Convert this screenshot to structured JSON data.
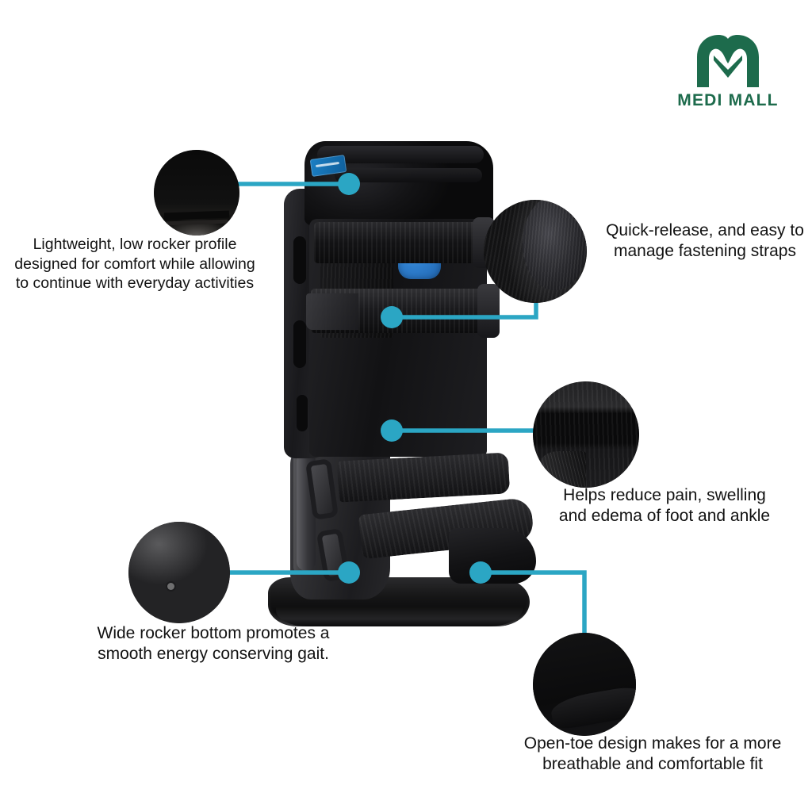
{
  "brand": {
    "name": "MEDI MALL",
    "logo_icon": "heart-m-logo-icon",
    "color": "#1d6b4c"
  },
  "product": {
    "name": "orthopedic-walker-boot",
    "alt": "Tall black pneumatic walker boot with velcro straps, blue foam pad and open toe",
    "accent_blue": "#2f7fce",
    "shell_color": "#1a1a1c"
  },
  "theme": {
    "background": "#ffffff",
    "connector_color": "#2ba6c4",
    "text_color": "#121212"
  },
  "callouts": [
    {
      "id": "lightweight",
      "text": "Lightweight, low rocker profile\ndesigned for comfort while allowing\nto continue with everyday activities",
      "detail_icon": "zoom-bubble-strap-fabric",
      "connector": "straight-horizontal",
      "side": "left"
    },
    {
      "id": "quick-release",
      "text": "Quick-release, and easy to\nmanage fastening straps",
      "detail_icon": "zoom-bubble-fastening-strap",
      "connector": "elbow-up-right",
      "side": "right"
    },
    {
      "id": "swelling",
      "text": "Helps reduce pain, swelling\nand edema of foot and ankle",
      "detail_icon": "zoom-bubble-velcro-band",
      "connector": "straight-horizontal",
      "side": "right"
    },
    {
      "id": "rocker-bottom",
      "text": "Wide rocker bottom promotes a\nsmooth energy conserving gait.",
      "detail_icon": "zoom-bubble-rocker-hook",
      "connector": "straight-horizontal",
      "side": "left"
    },
    {
      "id": "open-toe",
      "text": "Open-toe design makes for a more\nbreathable and comfortable fit",
      "detail_icon": "zoom-bubble-open-toe",
      "connector": "elbow-down-right",
      "side": "right"
    }
  ]
}
